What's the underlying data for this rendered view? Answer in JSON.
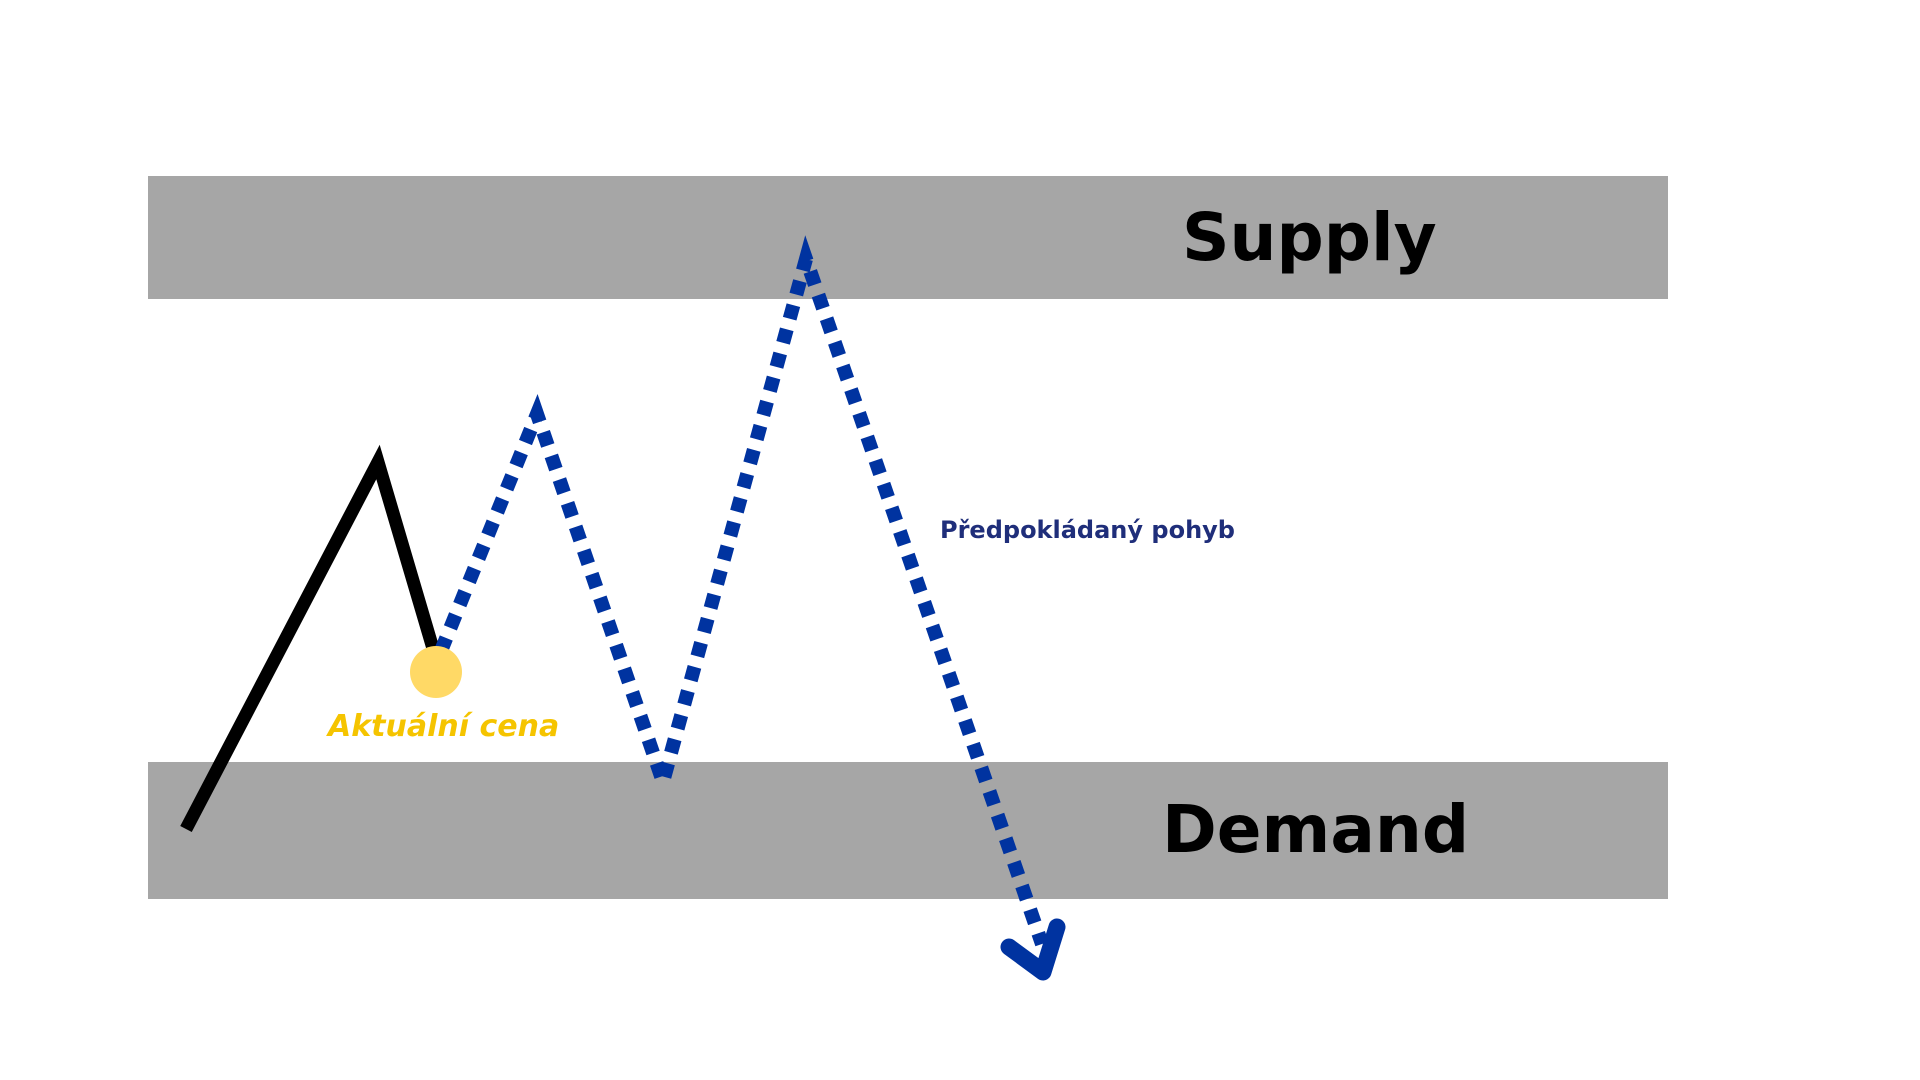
{
  "zones": {
    "supply_label": "Supply",
    "demand_label": "Demand"
  },
  "labels": {
    "current_price": "Aktuální cena",
    "expected_move": "Předpokládaný pohyb"
  },
  "colors": {
    "zone": "#a6a6a6",
    "historical_line": "#000000",
    "projected_line": "#0033a0",
    "current_price": "#ffd966",
    "current_price_label": "#f5c400",
    "expected_move_label": "#1f2e7a"
  },
  "icons": {
    "current_price_marker": "circle-dot-icon",
    "projection_end": "arrow-down-icon"
  }
}
